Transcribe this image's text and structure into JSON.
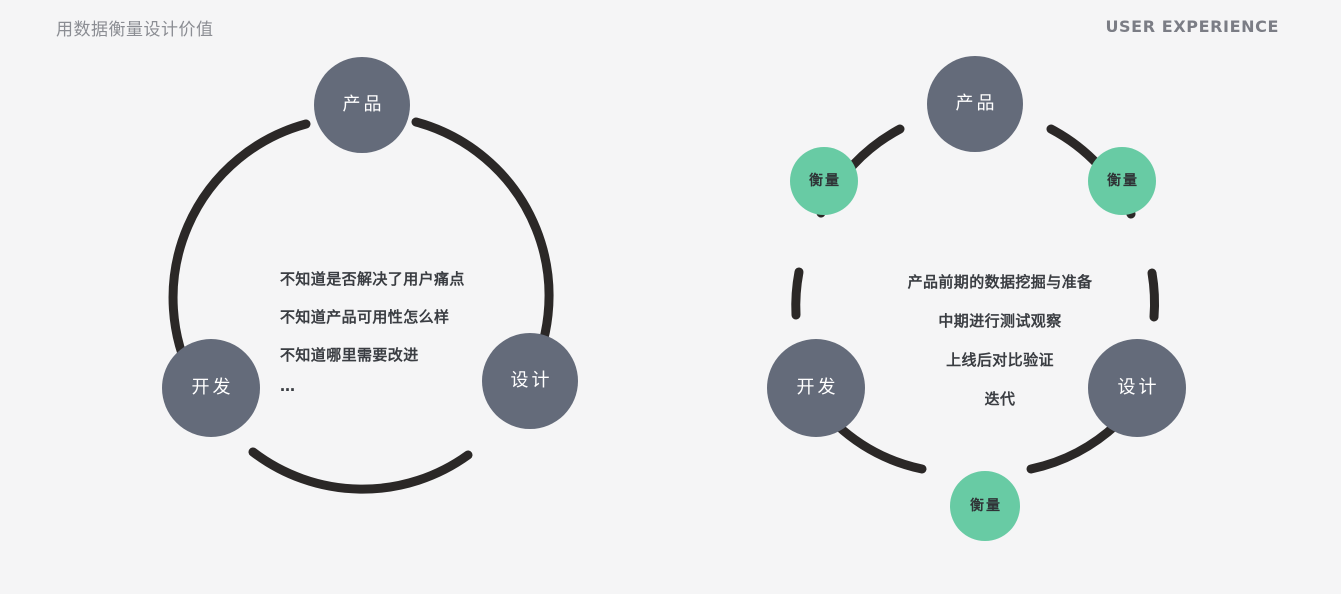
{
  "header": {
    "title": "用数据衡量设计价值",
    "right_label": "USER EXPERIENCE"
  },
  "colors": {
    "background": "#f5f5f6",
    "node_gray": "#646b7a",
    "node_green": "#68cba4",
    "arc": "#2b2827",
    "header_text": "#8b8d93",
    "body_text": "#3a3d42"
  },
  "diagrams": [
    {
      "id": "left-cycle",
      "nodes": [
        {
          "label": "产品",
          "type": "gray"
        },
        {
          "label": "设计",
          "type": "gray"
        },
        {
          "label": "开发",
          "type": "gray"
        }
      ],
      "center_lines": [
        "不知道是否解决了用户痛点",
        "不知道产品可用性怎么样",
        "不知道哪里需要改进",
        "…"
      ]
    },
    {
      "id": "right-cycle",
      "nodes": [
        {
          "label": "产品",
          "type": "gray"
        },
        {
          "label": "衡量",
          "type": "green"
        },
        {
          "label": "设计",
          "type": "gray"
        },
        {
          "label": "衡量",
          "type": "green"
        },
        {
          "label": "开发",
          "type": "gray"
        },
        {
          "label": "衡量",
          "type": "green"
        }
      ],
      "center_lines": [
        "产品前期的数据挖掘与准备",
        "中期进行测试观察",
        "上线后对比验证",
        "迭代"
      ]
    }
  ]
}
